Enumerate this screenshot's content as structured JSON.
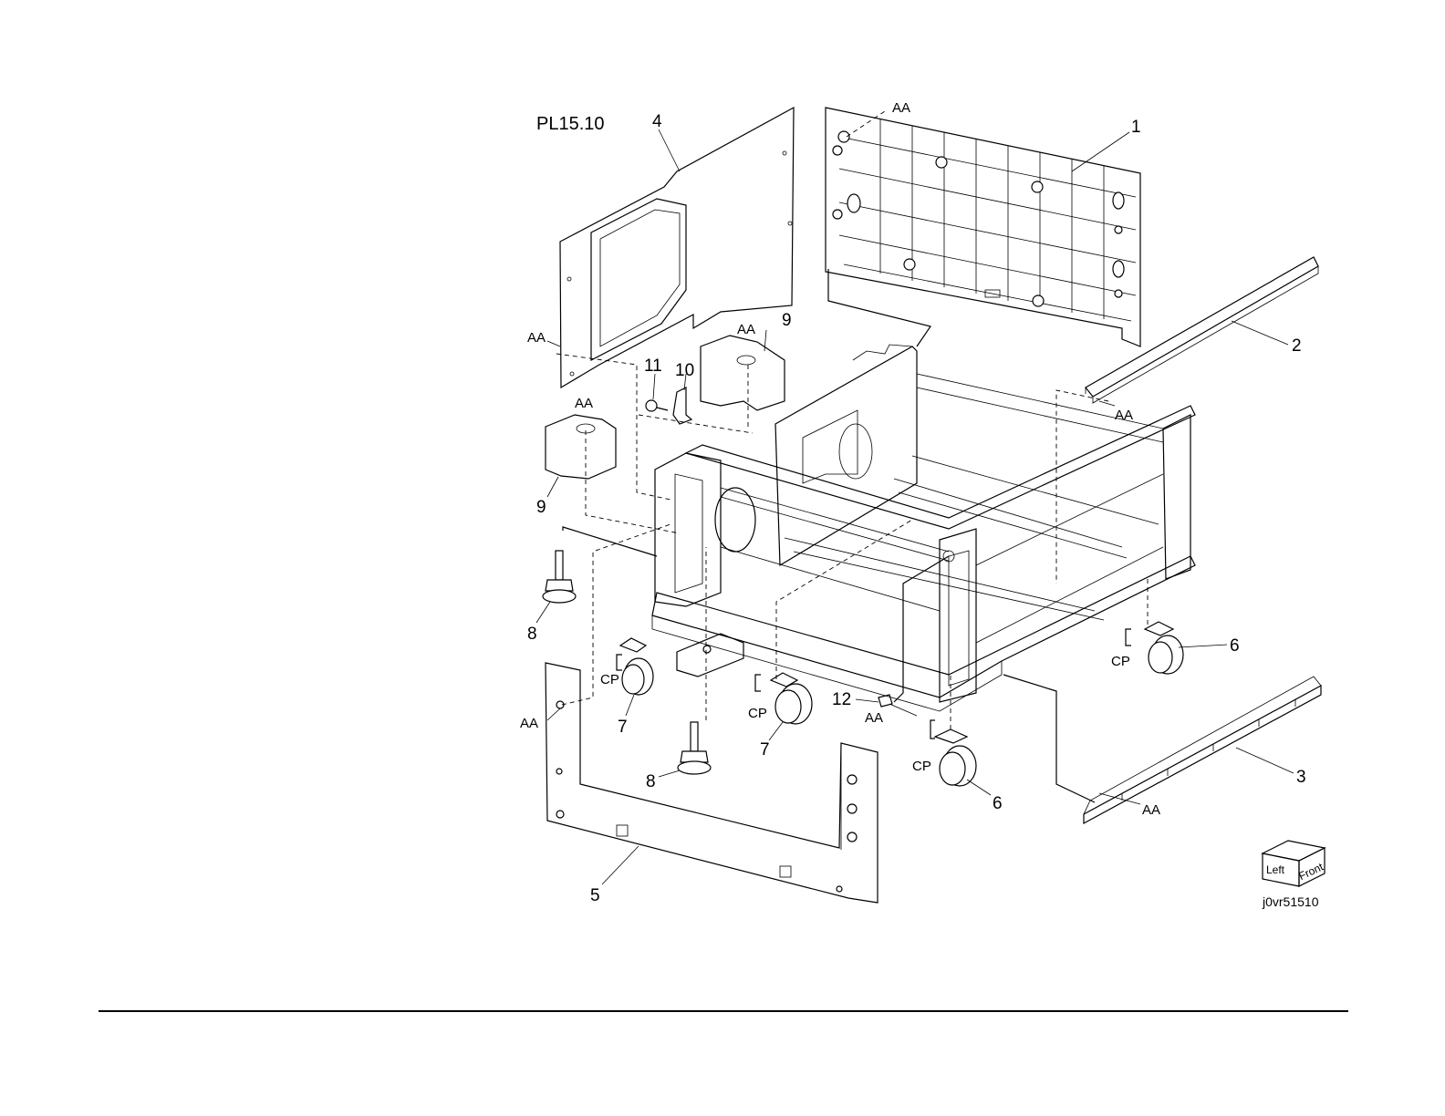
{
  "plate": "PL15.10",
  "reference_code": "j0vr51510",
  "orientation": {
    "left": "Left",
    "front": "Front"
  },
  "callouts": [
    {
      "id": "c1",
      "label": "1"
    },
    {
      "id": "c2",
      "label": "2"
    },
    {
      "id": "c3",
      "label": "3"
    },
    {
      "id": "c4",
      "label": "4"
    },
    {
      "id": "c5",
      "label": "5"
    },
    {
      "id": "c6a",
      "label": "6"
    },
    {
      "id": "c6b",
      "label": "6"
    },
    {
      "id": "c7a",
      "label": "7"
    },
    {
      "id": "c7b",
      "label": "7"
    },
    {
      "id": "c8a",
      "label": "8"
    },
    {
      "id": "c8b",
      "label": "8"
    },
    {
      "id": "c9a",
      "label": "9"
    },
    {
      "id": "c9b",
      "label": "9"
    },
    {
      "id": "c10",
      "label": "10"
    },
    {
      "id": "c11",
      "label": "11"
    },
    {
      "id": "c12",
      "label": "12"
    }
  ],
  "markers": {
    "aa": "AA",
    "cp": "CP"
  }
}
